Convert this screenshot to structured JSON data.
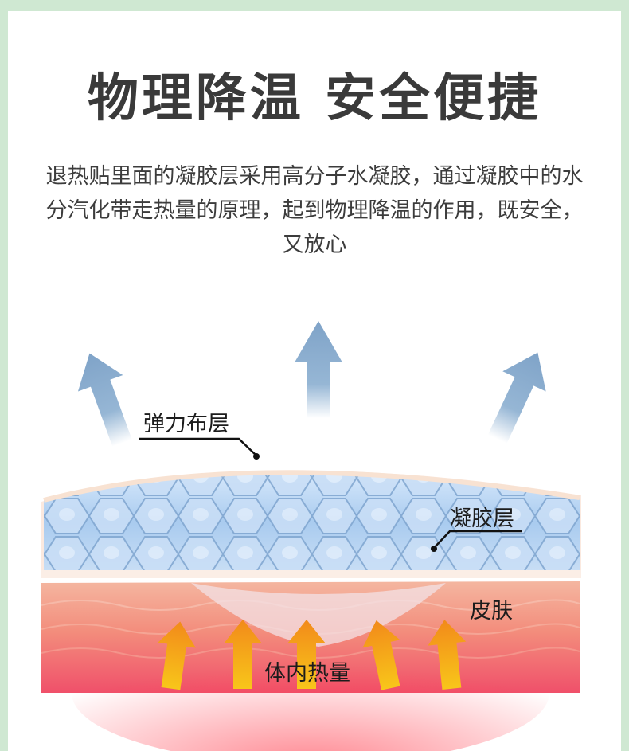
{
  "title": "物理降温 安全便捷",
  "description": "退热贴里面的凝胶层采用高分子水凝胶，通过凝胶中的水分汽化带走热量的原理，起到物理降温的作用，既安全，又放心",
  "diagram": {
    "labels": {
      "fabric": "弹力布层",
      "gel": "凝胶层",
      "skin": "皮肤",
      "body_heat": "体内热量"
    }
  },
  "colors": {
    "background": "#cfe8d2",
    "title_text": "#3a3a3a",
    "heat_arrow": "#f5a11a",
    "vapor_arrow": "#8aaed0",
    "gel": "#b9d6f2",
    "skin": "#f08a7a"
  }
}
